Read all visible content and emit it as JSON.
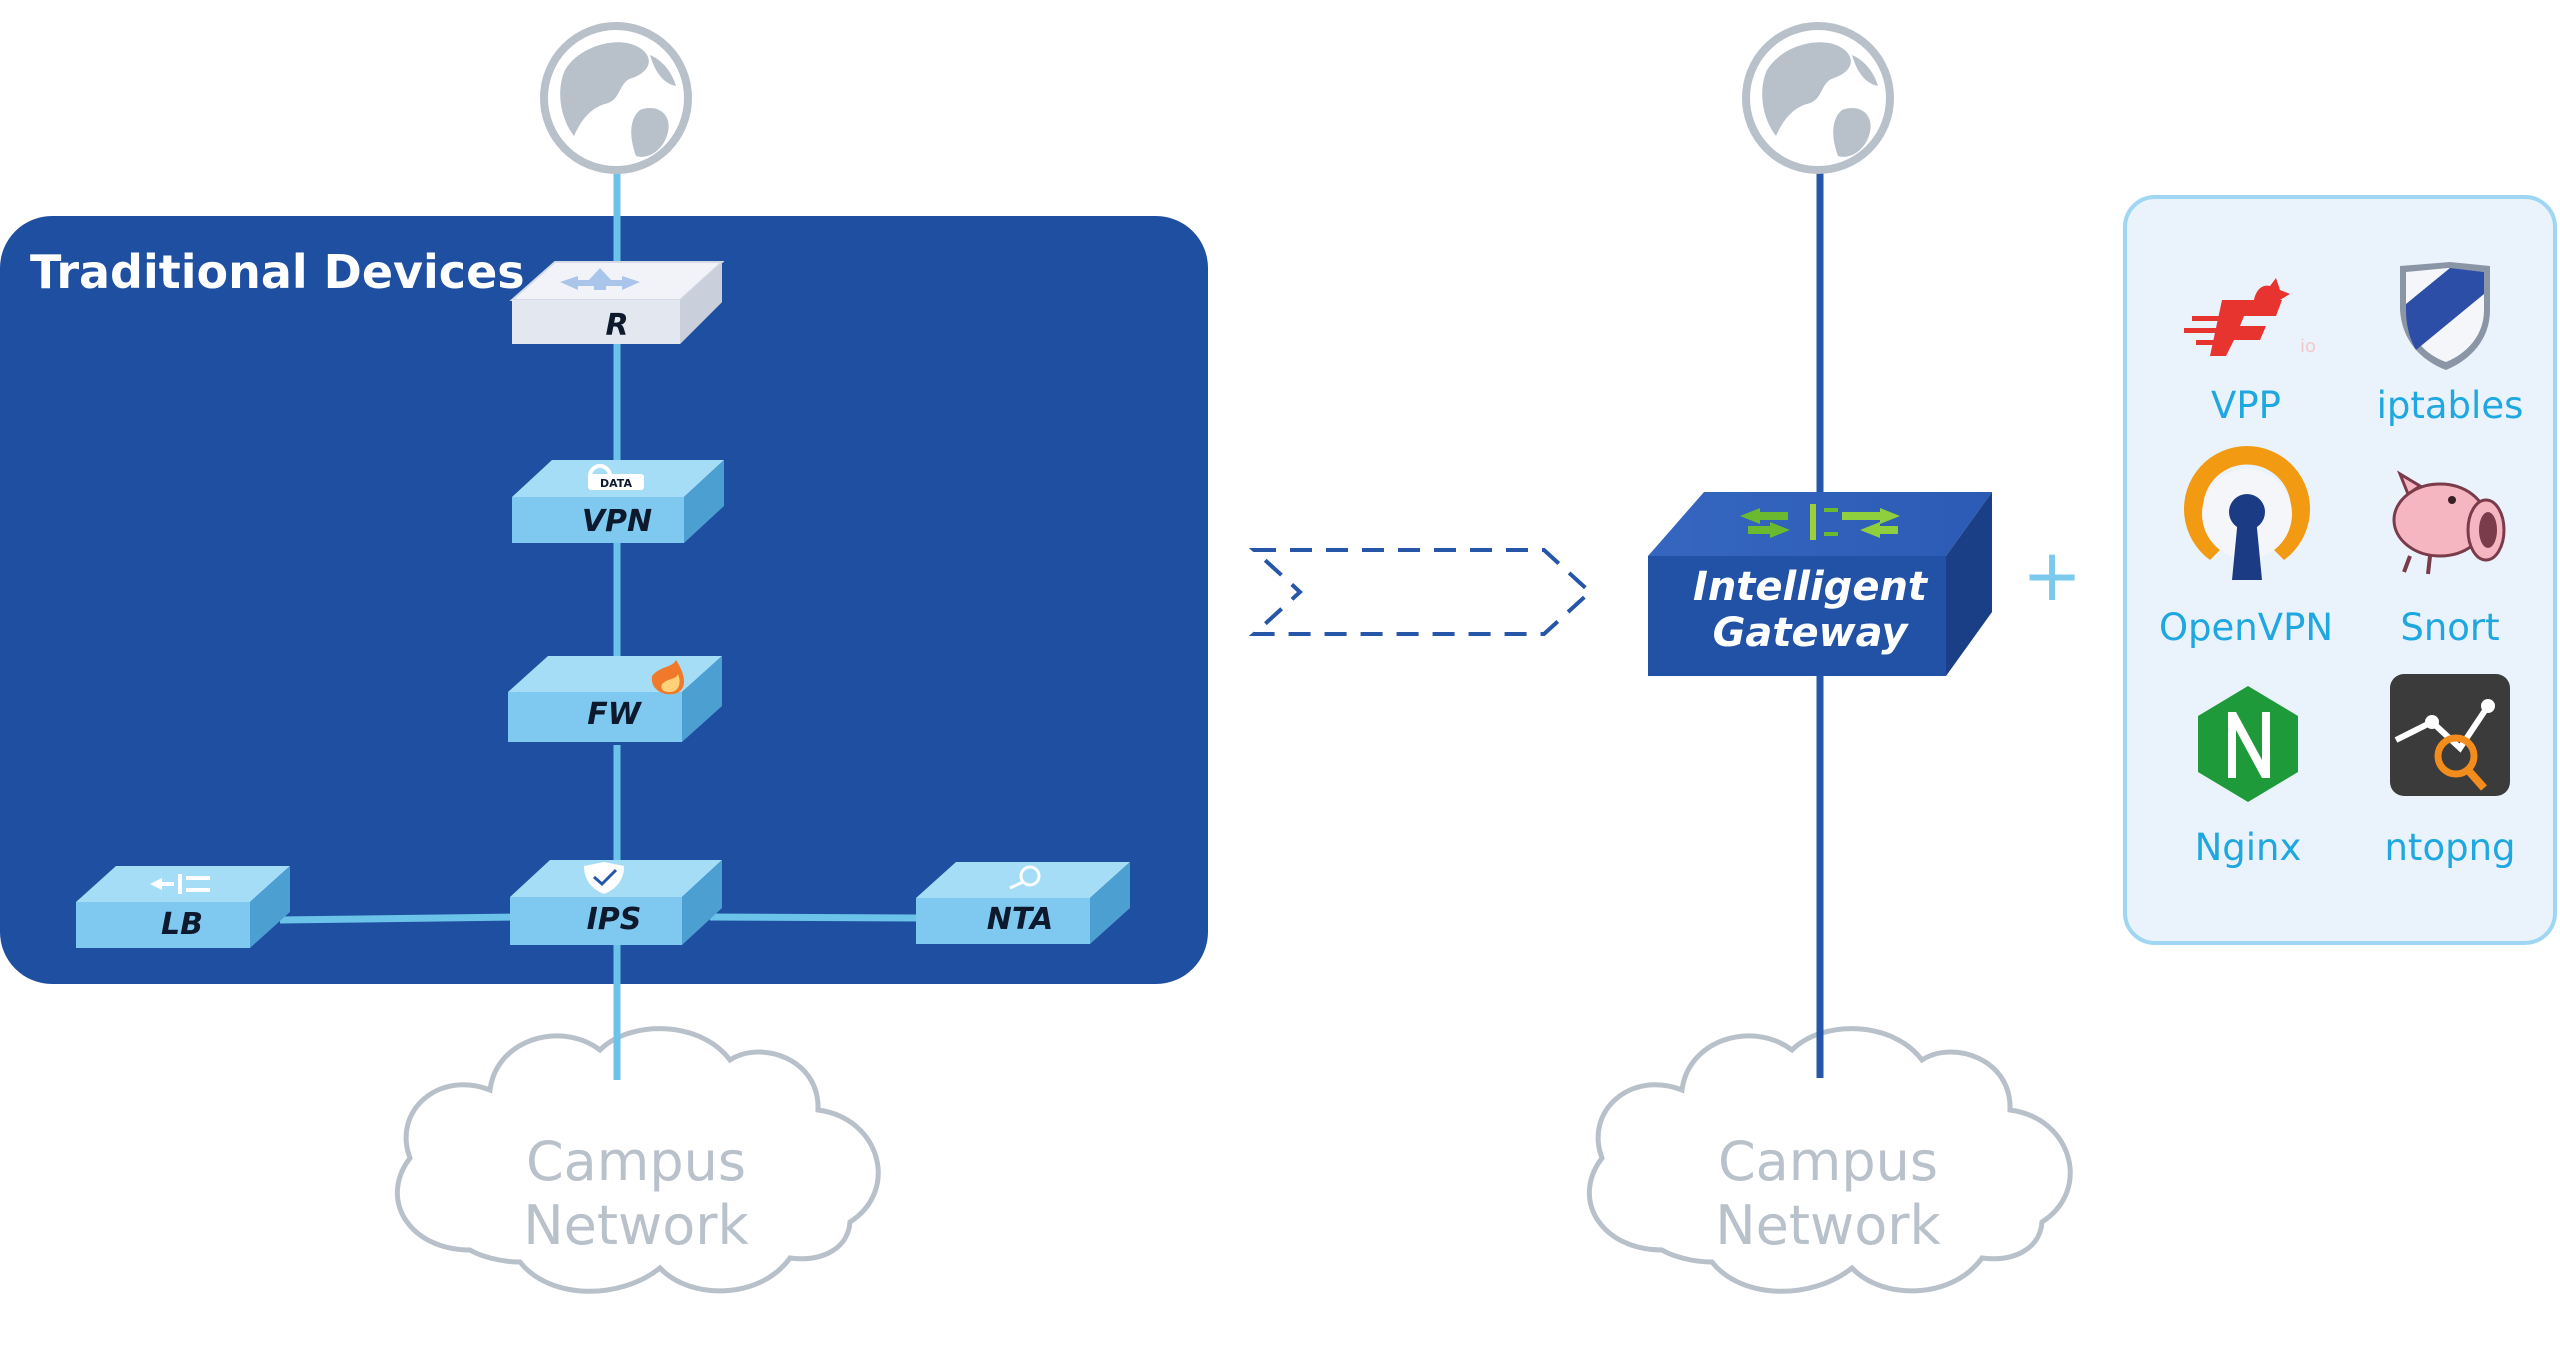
{
  "traditional": {
    "title": "Traditional Devices",
    "devices": {
      "router": "R",
      "vpn": "VPN",
      "vpn_tag": "DATA",
      "firewall": "FW",
      "ips": "IPS",
      "load_balancer": "LB",
      "nta": "NTA"
    },
    "cloud": {
      "line1": "Campus",
      "line2": "Network"
    }
  },
  "gateway": {
    "line1": "Intelligent",
    "line2": "Gateway",
    "cloud": {
      "line1": "Campus",
      "line2": "Network"
    }
  },
  "plus_sign": "+",
  "tools": [
    {
      "label": "VPP",
      "icon": "vpp-logo-icon"
    },
    {
      "label": "iptables",
      "icon": "iptables-shield-icon"
    },
    {
      "label": "OpenVPN",
      "icon": "openvpn-logo-icon"
    },
    {
      "label": "Snort",
      "icon": "snort-pig-icon"
    },
    {
      "label": "Nginx",
      "icon": "nginx-logo-icon"
    },
    {
      "label": "ntopng",
      "icon": "ntopng-logo-icon"
    }
  ],
  "colors": {
    "panel": "#1f4fa1",
    "device": "#7fc9f0",
    "link_light": "#6cc3ea",
    "link_dark": "#2656a8",
    "globe": "#b8c0ca",
    "tool_text": "#1ea7e0"
  }
}
